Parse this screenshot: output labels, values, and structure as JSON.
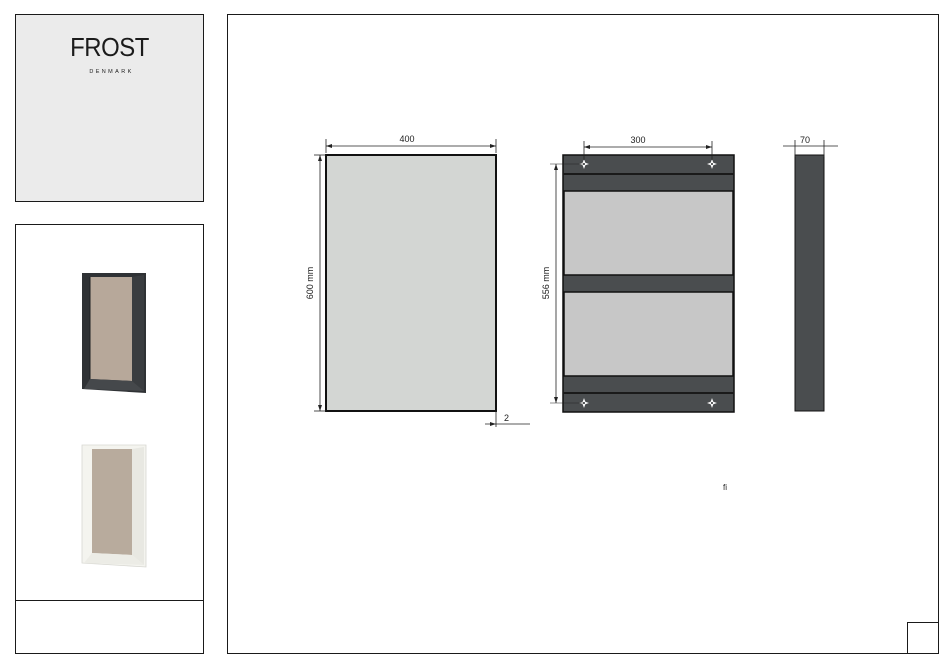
{
  "brand": {
    "name": "FROST",
    "subtitle": "DENMARK"
  },
  "dimensions": {
    "front_width": "400",
    "front_height": "600 mm",
    "frame_thickness": "2",
    "back_hole_spacing": "300",
    "back_vertical": "556 mm",
    "side_depth": "70"
  },
  "stray_text": "fi",
  "colors": {
    "mirror_glass": "#d3d6d3",
    "dark_frame": "#4a4d4f",
    "mounting_panel": "#c7c7c7",
    "logo_background": "#ebebeb",
    "outline": "#1a1a1a",
    "thumb_white_frame": "#f4f4ef"
  },
  "icons": {
    "mount_hole": "four-point-star"
  }
}
